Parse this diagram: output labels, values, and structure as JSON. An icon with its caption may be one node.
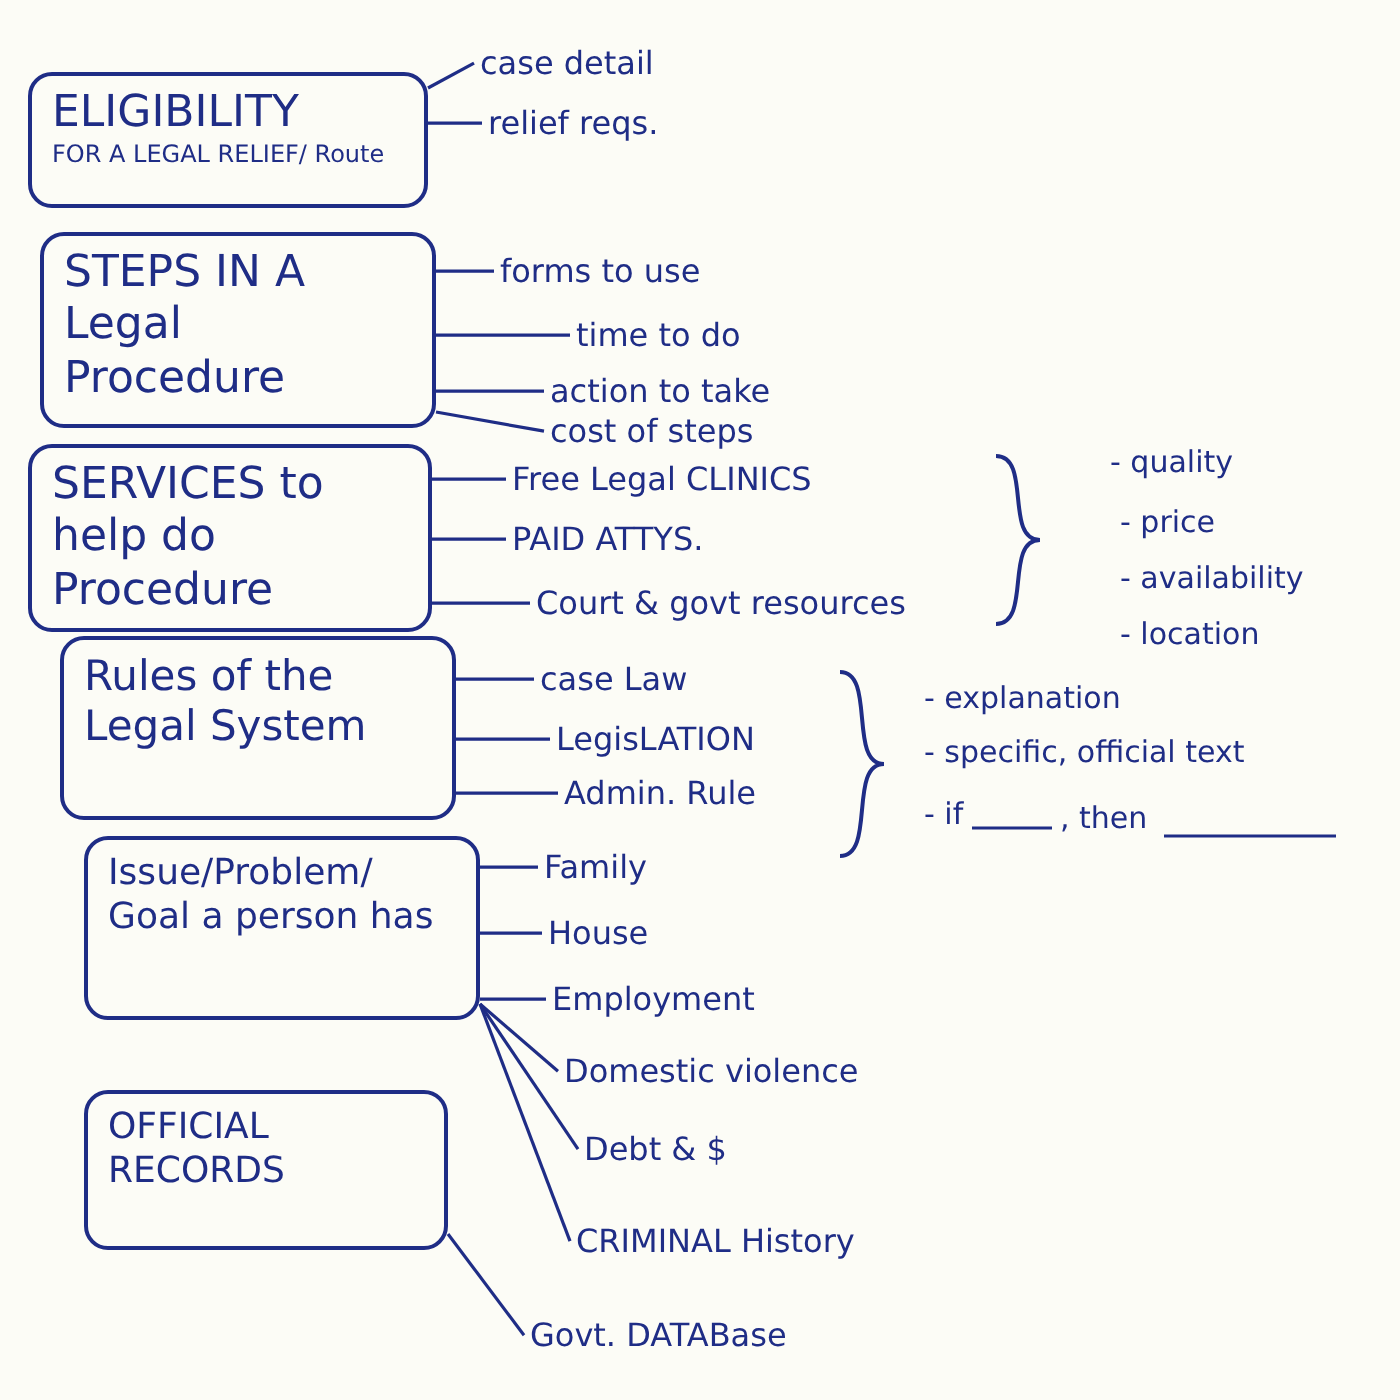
{
  "diagram": {
    "nodes": [
      {
        "text": [
          "ELIGIBILITY",
          "FOR A LEGAL RELIEF/ Route"
        ]
      },
      {
        "text": [
          "STEPS IN A Legal Procedure"
        ]
      },
      {
        "text": [
          "SERVICES to help do Procedure"
        ]
      },
      {
        "text": [
          "Rules of the Legal System"
        ]
      },
      {
        "text": [
          "Issue/Problem/ Goal a person has"
        ]
      },
      {
        "text": [
          "OFFICIAL RECORDS"
        ]
      },
      {
        "text": [
          "case detail"
        ]
      },
      {
        "text": [
          "relief reqs."
        ]
      },
      {
        "text": [
          "forms to use"
        ]
      },
      {
        "text": [
          "time to do"
        ]
      },
      {
        "text": [
          "action to take"
        ]
      },
      {
        "text": [
          "cost of steps"
        ]
      },
      {
        "text": [
          "Free Legal CLINICS"
        ]
      },
      {
        "text": [
          "PAID ATTYS."
        ]
      },
      {
        "text": [
          "Court & govt resources"
        ]
      },
      {
        "text": [
          "case Law"
        ]
      },
      {
        "text": [
          "LegisLATION"
        ]
      },
      {
        "text": [
          "Admin. Rule"
        ]
      },
      {
        "text": [
          "Family"
        ]
      },
      {
        "text": [
          "House"
        ]
      },
      {
        "text": [
          "Employment"
        ]
      },
      {
        "text": [
          "Domestic violence"
        ]
      },
      {
        "text": [
          "Debt & $"
        ]
      },
      {
        "text": [
          "CRIMINAL History"
        ]
      },
      {
        "text": [
          "Govt. DATABase"
        ]
      }
    ],
    "edges": [
      {
        "from": 0,
        "to": 6,
        "arrow": "none"
      },
      {
        "from": 0,
        "to": 7,
        "arrow": "none"
      },
      {
        "from": 1,
        "to": 8,
        "arrow": "none"
      },
      {
        "from": 1,
        "to": 9,
        "arrow": "none"
      },
      {
        "from": 1,
        "to": 10,
        "arrow": "none"
      },
      {
        "from": 1,
        "to": 11,
        "arrow": "none"
      },
      {
        "from": 2,
        "to": 12,
        "arrow": "none"
      },
      {
        "from": 2,
        "to": 13,
        "arrow": "none"
      },
      {
        "from": 2,
        "to": 14,
        "arrow": "none"
      },
      {
        "from": 3,
        "to": 15,
        "arrow": "none"
      },
      {
        "from": 3,
        "to": 16,
        "arrow": "none"
      },
      {
        "from": 3,
        "to": 17,
        "arrow": "none"
      },
      {
        "from": 4,
        "to": 18,
        "arrow": "none"
      },
      {
        "from": 4,
        "to": 19,
        "arrow": "none"
      },
      {
        "from": 4,
        "to": 20,
        "arrow": "none"
      },
      {
        "from": 4,
        "to": 21,
        "arrow": "none"
      },
      {
        "from": 4,
        "to": 22,
        "arrow": "none"
      },
      {
        "from": 4,
        "to": 23,
        "arrow": "none"
      },
      {
        "from": 5,
        "to": 24,
        "arrow": "none"
      }
    ],
    "labels": [
      "- quality",
      "- price",
      "- availability",
      "- location",
      "- explanation",
      "- specific, official text",
      "- if",
      ", then"
    ]
  }
}
